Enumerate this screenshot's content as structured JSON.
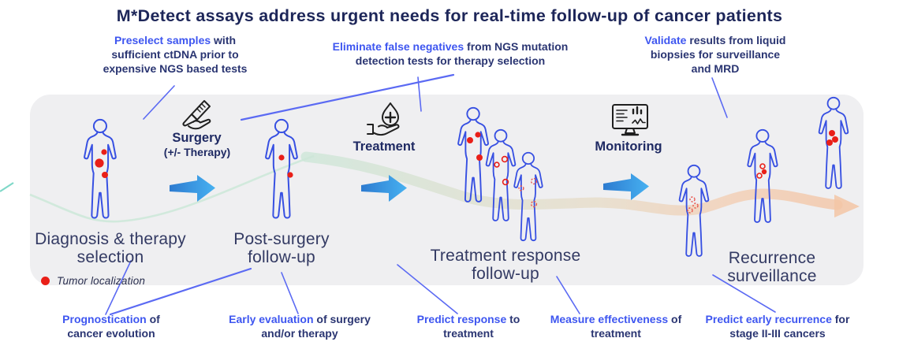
{
  "title": "M*Detect assays address urgent needs for real-time follow-up of cancer patients",
  "top_annotations": {
    "preselect": {
      "highlight": "Preselect samples",
      "rest": "with sufficient ctDNA prior to expensive NGS based tests"
    },
    "eliminate": {
      "highlight": "Eliminate false negatives",
      "rest": "from NGS mutation detection tests for therapy selection"
    },
    "validate": {
      "highlight": "Validate",
      "rest": "results from liquid biopsies for surveillance and MRD"
    }
  },
  "stages": {
    "surgery": {
      "title": "Surgery",
      "subtitle": "(+/- Therapy)",
      "icon": "scalpel-in-hand-icon"
    },
    "treatment": {
      "title": "Treatment",
      "icon": "hand-with-medical-drop-icon"
    },
    "monitoring": {
      "title": "Monitoring",
      "icon": "monitor-with-data-icon"
    }
  },
  "phases": {
    "diagnosis": "Diagnosis & therapy selection",
    "post_surgery": "Post-surgery follow-up",
    "treatment_response": "Treatment response follow-up",
    "recurrence": "Recurrence surveillance"
  },
  "legend": {
    "label": "Tumor localization"
  },
  "bottom_annotations": {
    "prognostication": {
      "highlight": "Prognostication",
      "rest": "of cancer evolution"
    },
    "early_evaluation": {
      "highlight": "Early evaluation",
      "rest": "of surgery and/or therapy"
    },
    "predict_response": {
      "highlight": "Predict response",
      "rest": "to treatment"
    },
    "measure_effectiveness": {
      "highlight": "Measure effectiveness",
      "rest": "of treatment"
    },
    "predict_recurrence": {
      "highlight": "Predict early recurrence",
      "rest": "for stage II-III cancers"
    }
  },
  "colors": {
    "accent_blue": "#3e56f0",
    "navy": "#1d2659",
    "panel_gray": "#efeff1",
    "tumor_red": "#e91f18",
    "figure_blue": "#3750e2",
    "arrow_gradient": [
      "#2d7bd0",
      "#47b1f1"
    ],
    "wave_gradient": [
      "#cde6d8",
      "#e7dcc8",
      "#f3c5a6"
    ]
  }
}
